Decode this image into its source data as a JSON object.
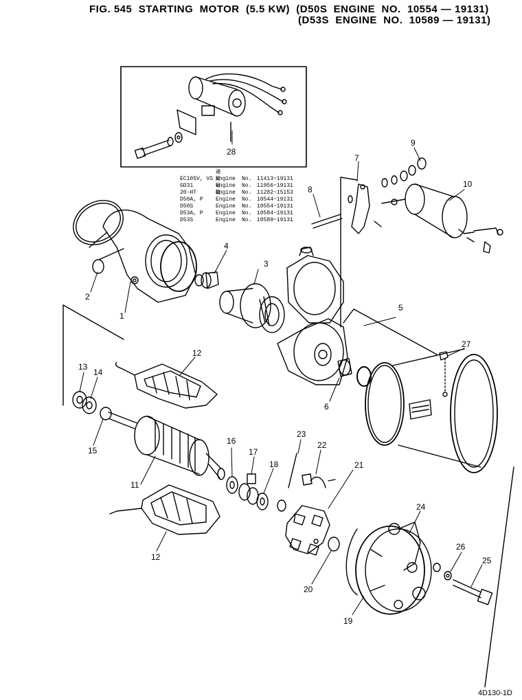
{
  "title": {
    "line1": "FIG. 545  STARTING  MOTOR  (5.5 KW)  (D50S  ENGINE  NO.  10554 — 19131)",
    "line2": "(D53S  ENGINE  NO.  10589 — 19131)"
  },
  "serial_table": {
    "header": "適 用 号 機",
    "rows": [
      {
        "model": "EC105V, VS",
        "engine": "Engine",
        "no": "No.",
        "range": "11413~19131"
      },
      {
        "model": "GD31",
        "engine": "Engine",
        "no": "No.",
        "range": "11956~19131"
      },
      {
        "model": "20-HT",
        "engine": "Engine",
        "no": "No.",
        "range": "11282~15153"
      },
      {
        "model": "D50A, P",
        "engine": "Engine",
        "no": "No.",
        "range": "10544~19131"
      },
      {
        "model": "D50S",
        "engine": "Engine",
        "no": "No.",
        "range": "10554~19131"
      },
      {
        "model": "D53A, P",
        "engine": "Engine",
        "no": "No.",
        "range": "10584~19131"
      },
      {
        "model": "D53S",
        "engine": "Engine",
        "no": "No.",
        "range": "10589~19131"
      }
    ]
  },
  "callouts": [
    "1",
    "2",
    "3",
    "4",
    "5",
    "6",
    "7",
    "8",
    "9",
    "10",
    "11",
    "12",
    "12",
    "13",
    "14",
    "15",
    "16",
    "17",
    "18",
    "19",
    "20",
    "21",
    "22",
    "23",
    "24",
    "25",
    "26",
    "27",
    "28"
  ],
  "drawing_code": "4D130-1D"
}
